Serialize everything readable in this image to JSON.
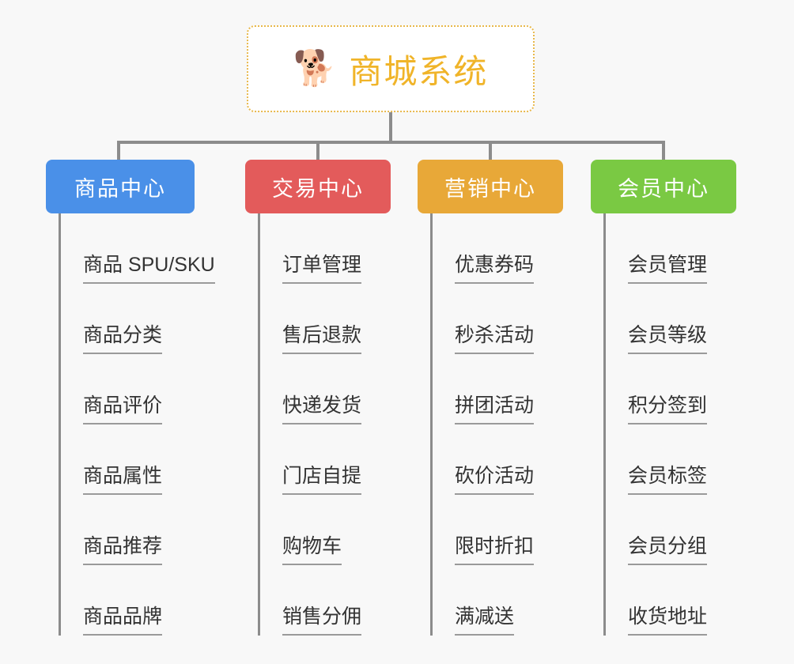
{
  "diagram": {
    "type": "mindmap-tree",
    "background_color": "#f8f8f8",
    "root": {
      "title": "商城系统",
      "icon": "shiba-dog-face-icon",
      "icon_glyph": "🐕",
      "text_color": "#f0b429",
      "border_color": "#e8b84b",
      "border_style": "dotted",
      "fill_color": "#ffffff"
    },
    "connector_color": "#8c8c8c",
    "leaf_text_color": "#333333",
    "leaf_underline_color": "#9a9a9a",
    "branches": [
      {
        "label": "商品中心",
        "color": "#4a90e8",
        "items": [
          "商品 SPU/SKU",
          "商品分类",
          "商品评价",
          "商品属性",
          "商品推荐",
          "商品品牌"
        ]
      },
      {
        "label": "交易中心",
        "color": "#e35b5b",
        "items": [
          "订单管理",
          "售后退款",
          "快递发货",
          "门店自提",
          "购物车",
          "销售分佣"
        ]
      },
      {
        "label": "营销中心",
        "color": "#e8a838",
        "items": [
          "优惠券码",
          "秒杀活动",
          "拼团活动",
          "砍价活动",
          "限时折扣",
          "满减送"
        ]
      },
      {
        "label": "会员中心",
        "color": "#7ac943",
        "items": [
          "会员管理",
          "会员等级",
          "积分签到",
          "会员标签",
          "会员分组",
          "收货地址"
        ]
      }
    ]
  }
}
